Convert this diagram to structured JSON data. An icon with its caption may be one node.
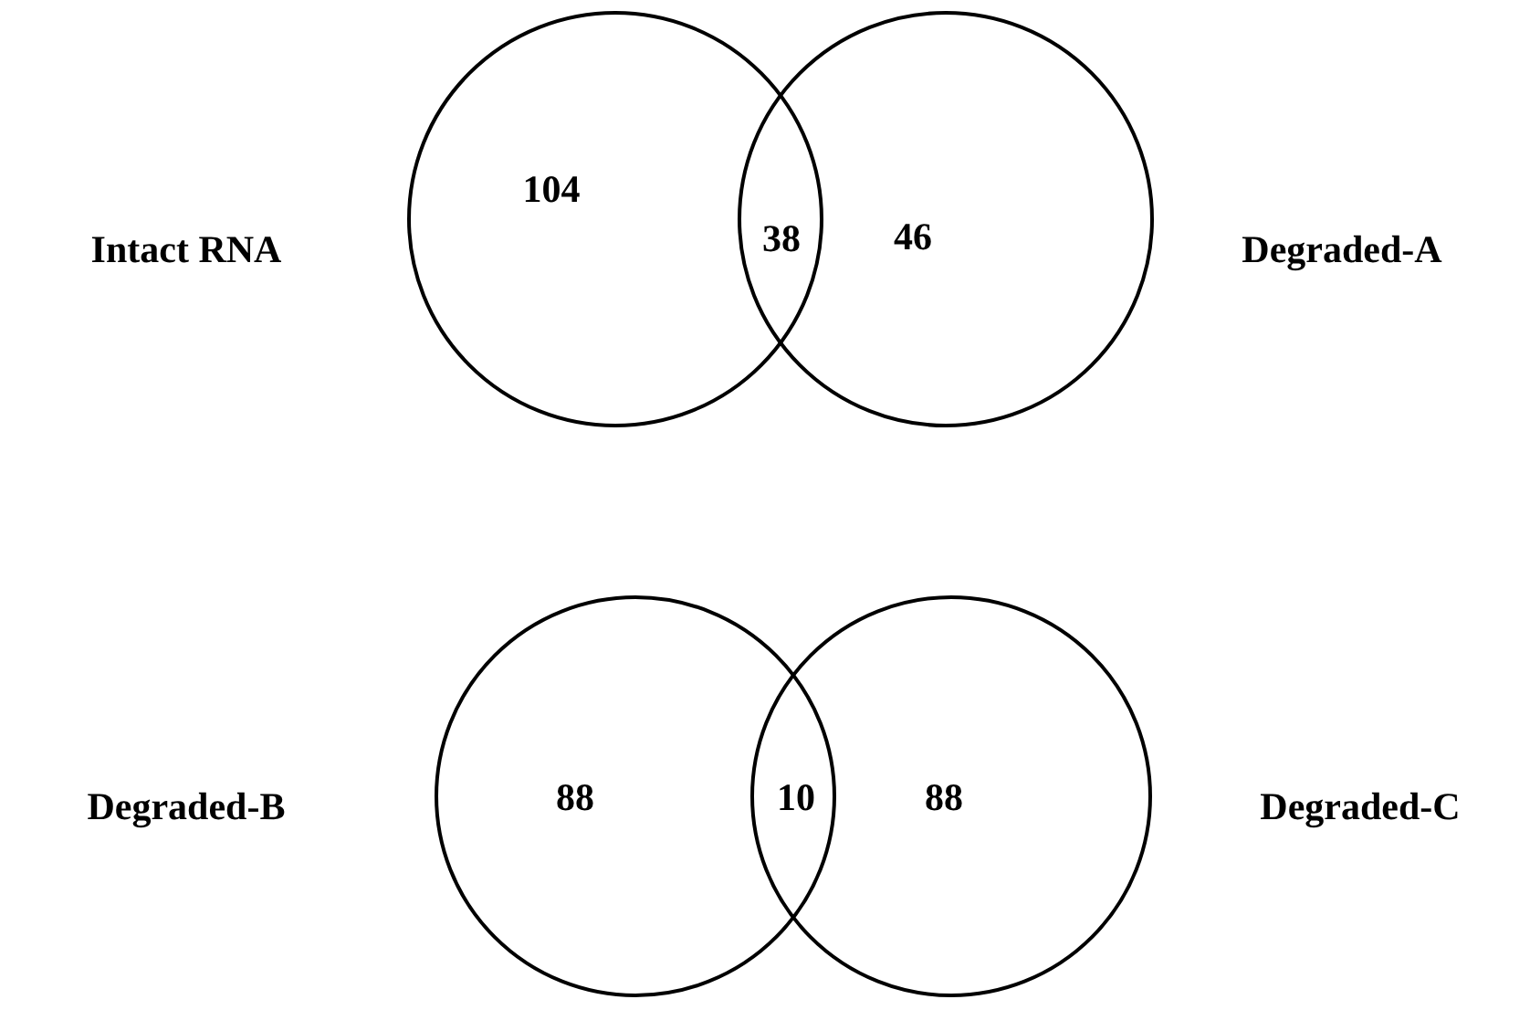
{
  "diagram": {
    "nodes": [
      {
        "text": [],
        "shape": "circle",
        "beside": [
          "Intact RNA"
        ]
      },
      {
        "text": [],
        "shape": "circle",
        "beside": [
          "Degraded-A"
        ]
      },
      {
        "text": [],
        "shape": "circle",
        "beside": [
          "Degraded-B"
        ]
      },
      {
        "text": [],
        "shape": "circle",
        "beside": [
          "Degraded-C"
        ]
      }
    ],
    "labels": [
      "104",
      "38",
      "46",
      "88",
      "10",
      "88"
    ]
  }
}
